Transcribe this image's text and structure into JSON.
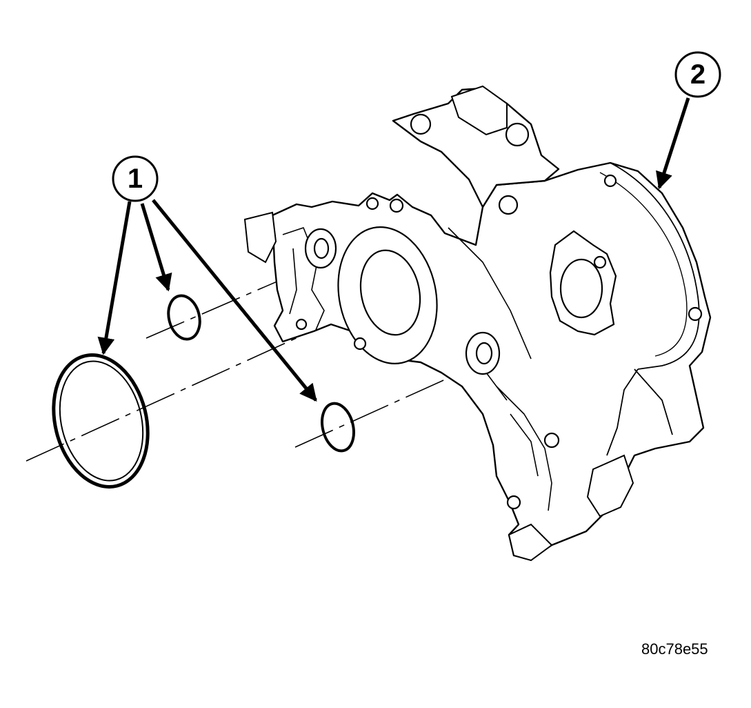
{
  "callouts": [
    {
      "id": "1",
      "label": "1"
    },
    {
      "id": "2",
      "label": "2"
    }
  ],
  "figure_id": "80c78e55",
  "colors": {
    "ink": "#000000",
    "paper": "#ffffff"
  }
}
